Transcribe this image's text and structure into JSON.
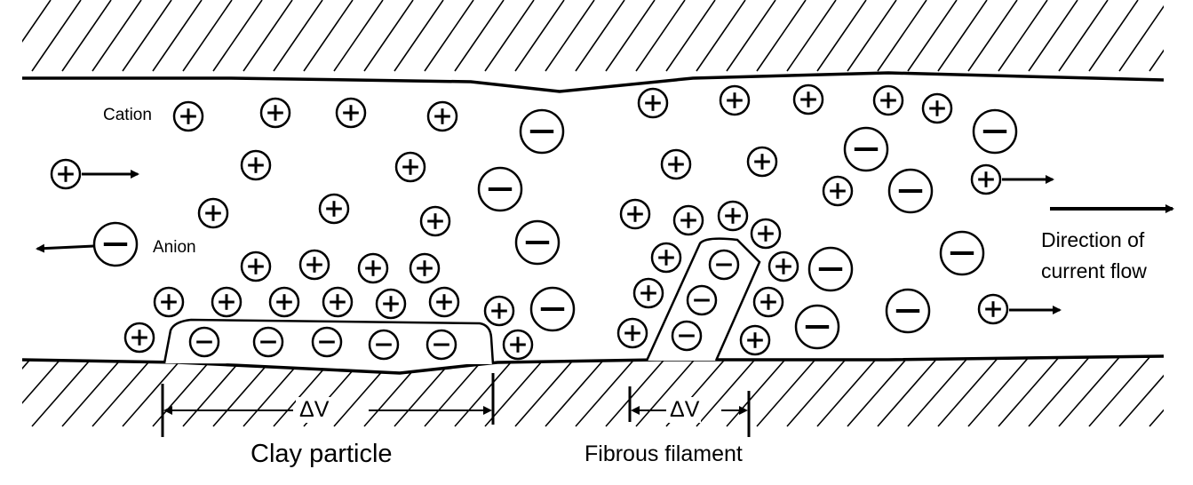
{
  "labels": {
    "cation": "Cation",
    "anion": "Anion",
    "direction_line1": "Direction of",
    "direction_line2": "current flow",
    "delta_v_clay": "ΔV",
    "delta_v_fiber": "ΔV",
    "clay_particle": "Clay particle",
    "fibrous_filament": "Fibrous filament"
  },
  "symbols": {
    "cation": "+",
    "anion": "−"
  },
  "colors": {
    "ink": "#000000",
    "background": "#ffffff"
  }
}
